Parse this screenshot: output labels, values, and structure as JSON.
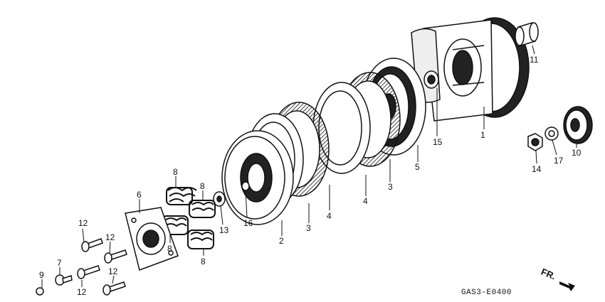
{
  "labels": {
    "l1": "1",
    "l2": "2",
    "l3a": "3",
    "l3b": "3",
    "l4a": "4",
    "l4b": "4",
    "l5": "5",
    "l6": "6",
    "l7": "7",
    "l8a": "8",
    "l8b": "8",
    "l8c": "8",
    "l8d": "8",
    "l9": "9",
    "l10": "10",
    "l11": "11",
    "l12a": "12",
    "l12b": "12",
    "l12c": "12",
    "l12d": "12",
    "l13": "13",
    "l14": "14",
    "l15": "15",
    "l16": "16",
    "l17": "17"
  },
  "direction_mark": "FR.",
  "drawing_code": "GAS3-E0400"
}
